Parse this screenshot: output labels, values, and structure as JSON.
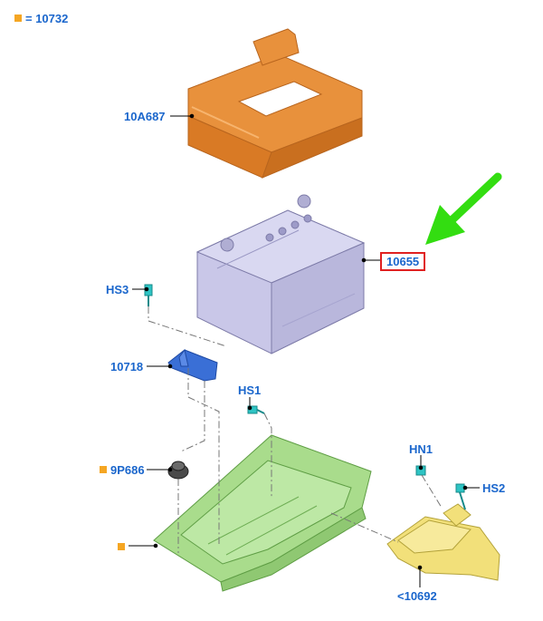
{
  "legend": {
    "marker_color": "#f5a623",
    "text": "= 10732"
  },
  "labels": {
    "cover": "10A687",
    "battery": "10655",
    "hs3": "HS3",
    "clamp": "10718",
    "hs1": "HS1",
    "grommet": "9P686",
    "hn1": "HN1",
    "hs2": "HS2",
    "support": "<10692"
  },
  "highlight": {
    "target": "10655",
    "box_color": "#e02020",
    "arrow_color": "#33dd11"
  },
  "colors": {
    "label": "#1a66cc",
    "cover": "#e8913c",
    "battery": "#c9c7e8",
    "clamp": "#3a6fd6",
    "tray": "#a9dc8c",
    "support": "#f2e07a",
    "fastener": "#2ec4c4"
  }
}
